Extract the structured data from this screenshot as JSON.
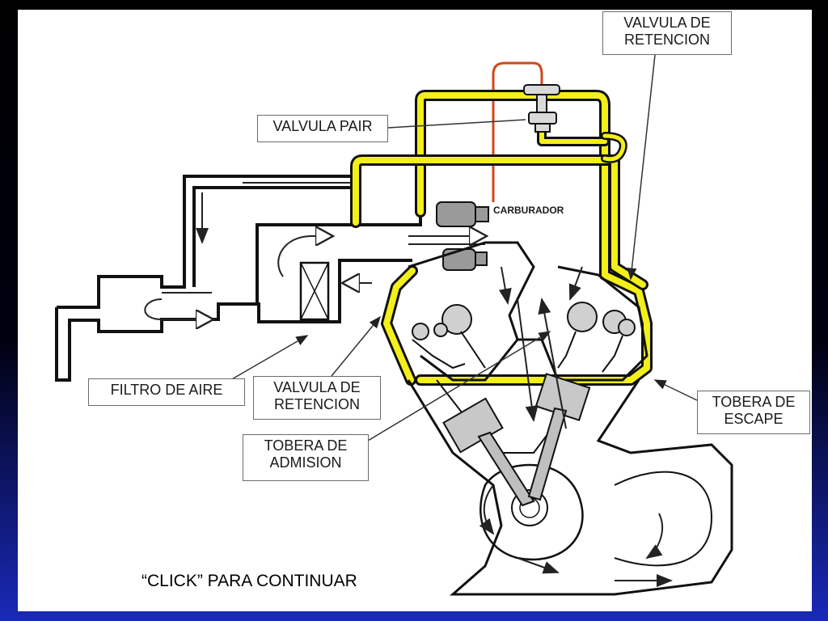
{
  "slide": {
    "click_prompt": "“CLICK” PARA CONTINUAR"
  },
  "labels": {
    "valvula_retencion_top": "VALVULA DE\nRETENCION",
    "valvula_pair": "VALVULA PAIR",
    "carburador": "CARBURADOR",
    "filtro_aire": "FILTRO DE AIRE",
    "valvula_retencion_bottom": "VALVULA DE\nRETENCION",
    "tobera_admision": "TOBERA DE\nADMISION",
    "tobera_escape": "TOBERA DE\nESCAPE"
  },
  "colors": {
    "background_gradient_dark": "#000018",
    "background_gradient_light": "#1a2ab8",
    "pair_circuit_yellow": "#f2ef1a",
    "check_line_orange": "#cc4a1c",
    "outline": "#111111"
  }
}
